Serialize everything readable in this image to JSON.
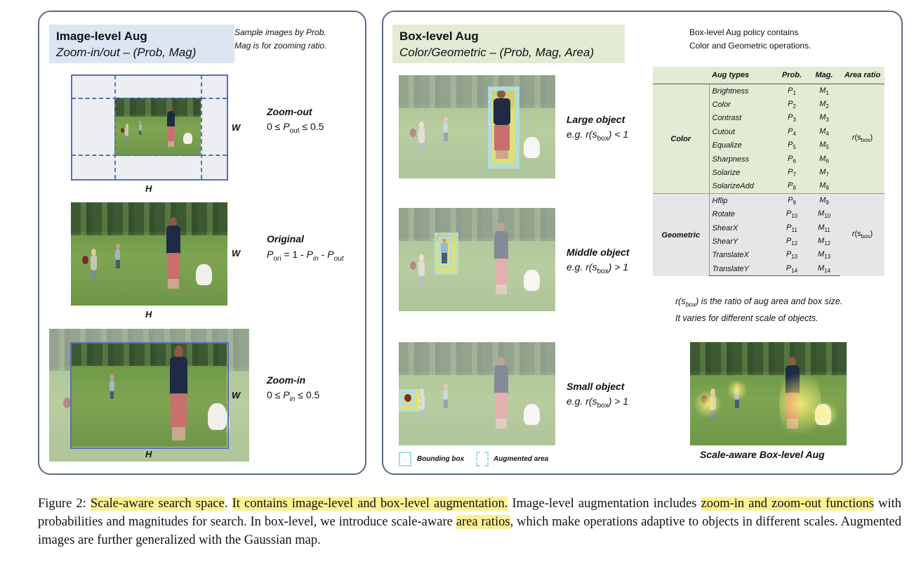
{
  "left_panel": {
    "title": "Image-level Aug",
    "subtitle": "Zoom-in/out – (Prob, Mag)",
    "note_line1": "Sample images by Prob.",
    "note_line2": "Mag is for zooming ratio.",
    "cases": [
      {
        "title": "Zoom-out",
        "equation": "0 ≤ P_out ≤ 0.5",
        "w_label": "W",
        "h_label": "H"
      },
      {
        "title": "Original",
        "equation": "P_ori = 1 - P_in - P_out",
        "w_label": "W",
        "h_label": "H"
      },
      {
        "title": "Zoom-in",
        "equation": "0 ≤ P_in ≤ 0.5",
        "w_label": "W",
        "h_label": "H"
      }
    ]
  },
  "right_panel": {
    "title": "Box-level Aug",
    "subtitle": "Color/Geometric – (Prob, Mag, Area)",
    "note_line1": "Box-level Aug policy contains",
    "note_line2": "Color and Geometric operations.",
    "cases": [
      {
        "title": "Large object",
        "equation": "e.g. r(s_box) < 1"
      },
      {
        "title": "Middle object",
        "equation": "e.g. r(s_box) > 1"
      },
      {
        "title": "Small object",
        "equation": "e.g. r(s_box) > 1"
      }
    ],
    "table": {
      "headers": [
        "",
        "Aug types",
        "Prob.",
        "Mag.",
        "Area ratio"
      ],
      "groups": [
        {
          "name": "Color",
          "ratio": "r(s_box)",
          "rows": [
            {
              "op": "Brightness",
              "prob": "P1",
              "mag": "M1"
            },
            {
              "op": "Color",
              "prob": "P2",
              "mag": "M2"
            },
            {
              "op": "Contrast",
              "prob": "P3",
              "mag": "M3"
            },
            {
              "op": "Cutout",
              "prob": "P4",
              "mag": "M4"
            },
            {
              "op": "Equalize",
              "prob": "P5",
              "mag": "M5"
            },
            {
              "op": "Sharpness",
              "prob": "P6",
              "mag": "M6"
            },
            {
              "op": "Solarize",
              "prob": "P7",
              "mag": "M7"
            },
            {
              "op": "SolarizeAdd",
              "prob": "P8",
              "mag": "M8"
            }
          ]
        },
        {
          "name": "Geometric",
          "ratio": "r(s_box)",
          "rows": [
            {
              "op": "Hflip",
              "prob": "P9",
              "mag": "M9"
            },
            {
              "op": "Rotate",
              "prob": "P10",
              "mag": "M10"
            },
            {
              "op": "ShearX",
              "prob": "P11",
              "mag": "M11"
            },
            {
              "op": "ShearY",
              "prob": "P12",
              "mag": "M12"
            },
            {
              "op": "TranslateX",
              "prob": "P13",
              "mag": "M13"
            },
            {
              "op": "TranslateY",
              "prob": "P14",
              "mag": "M14"
            }
          ]
        }
      ]
    },
    "ratio_note_line1": "r(s_box) is the ratio of aug area and box size.",
    "ratio_note_line2": "It varies for different scale of objects.",
    "legend_bbox": "Bounding box",
    "legend_aug": "Augmented area",
    "result_caption": "Scale-aware Box-level Aug"
  },
  "caption": {
    "prefix": "Figure 2: ",
    "hl1": "Scale-aware search space",
    "t1": ". ",
    "hl2": "It contains image-level and box-level augmentation.",
    "t2": " Image-level augmentation includes ",
    "hl3": "zoom-in and zoom-out functions",
    "t3": " with probabilities and magnitudes for search. In box-level, we introduce scale-aware ",
    "hl4": "area ratios",
    "t4": ", which make operations adaptive to objects in different scales. Augmented images are further generalized with the Gaussian map."
  },
  "colors": {
    "panel_border": "#5a6a85",
    "frame_blue": "#5b6fb8",
    "left_heading_bg": "#dde5f3",
    "right_heading_bg": "#e3ebd4",
    "bbox_cyan": "#a9dcef",
    "highlight": "#fdf191"
  }
}
